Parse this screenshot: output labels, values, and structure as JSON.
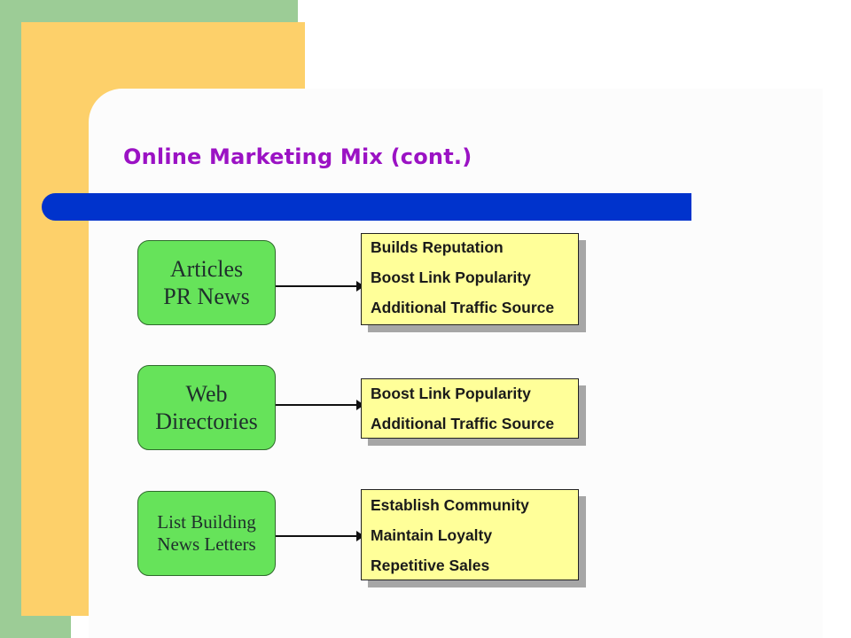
{
  "slide": {
    "title": "Online Marketing Mix (cont.)"
  },
  "rows": [
    {
      "source_lines": [
        "Articles",
        "PR News"
      ],
      "benefits": [
        "Builds Reputation",
        "Boost Link Popularity",
        "Additional Traffic Source"
      ]
    },
    {
      "source_lines": [
        "Web",
        "Directories"
      ],
      "benefits": [
        "Boost Link Popularity",
        "Additional Traffic Source"
      ]
    },
    {
      "source_lines": [
        "List Building",
        "News Letters"
      ],
      "benefits": [
        "Establish Community",
        "Maintain Loyalty",
        "Repetitive Sales"
      ]
    }
  ],
  "colors": {
    "title": "#9b12c4",
    "rule": "#0033cc",
    "source_box": "#66e35a",
    "benefit_box": "#ffff99",
    "left_green": "#9ccc96",
    "left_orange": "#fdd06a"
  }
}
